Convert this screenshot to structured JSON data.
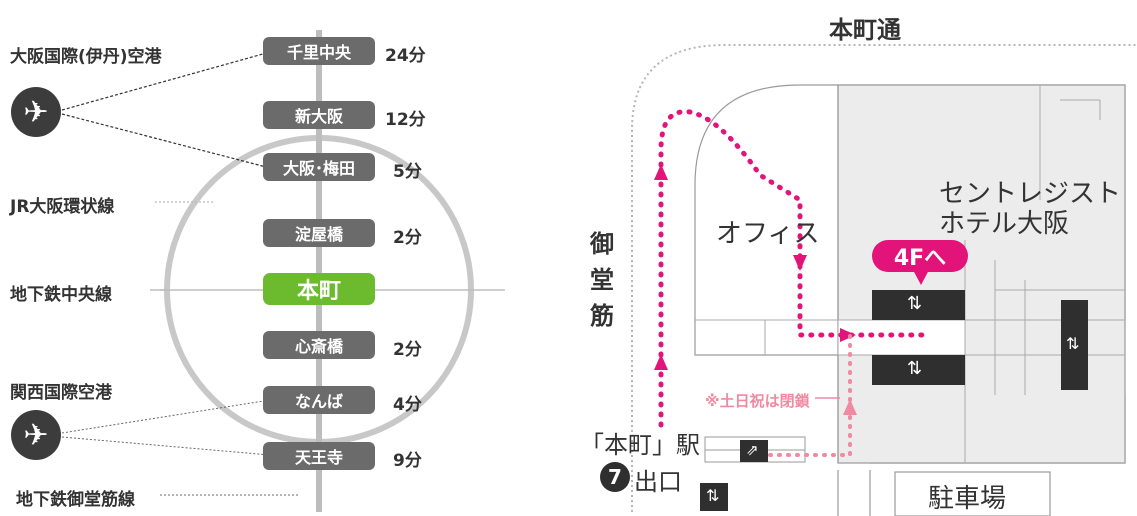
{
  "route": {
    "airports": {
      "itami": "大阪国際(伊丹)空港",
      "kansai": "関西国際空港"
    },
    "lines": {
      "loop": "JR大阪環状線",
      "chuo": "地下鉄中央線",
      "midosuji": "地下鉄御堂筋線"
    },
    "stations": [
      {
        "name": "千里中央",
        "minutes": "24分"
      },
      {
        "name": "新大阪",
        "minutes": "12分"
      },
      {
        "name": "大阪･梅田",
        "minutes": "5分"
      },
      {
        "name": "淀屋橋",
        "minutes": "2分"
      },
      {
        "name": "本町",
        "minutes": ""
      },
      {
        "name": "心斎橋",
        "minutes": "2分"
      },
      {
        "name": "なんば",
        "minutes": "4分"
      },
      {
        "name": "天王寺",
        "minutes": "9分"
      }
    ],
    "icons": {
      "plane": "airplane-icon"
    }
  },
  "map": {
    "street_top": "本町通",
    "street_left": "御堂筋",
    "office": "オフィス",
    "hotel_line1": "セントレジスト",
    "hotel_line2": "ホテル大阪",
    "floor_badge": "4Fへ",
    "weekend_note": "※土日祝は閉鎖",
    "station": "「本町」駅",
    "exit_number": "7",
    "exit_label": "出口",
    "parking": "駐車場"
  },
  "colors": {
    "pill": "#6b6b6b",
    "current": "#6cbb2f",
    "route": "#e2147a",
    "route_light": "#f08aa0",
    "building": "#ececec",
    "elevator": "#2f2f2f"
  }
}
